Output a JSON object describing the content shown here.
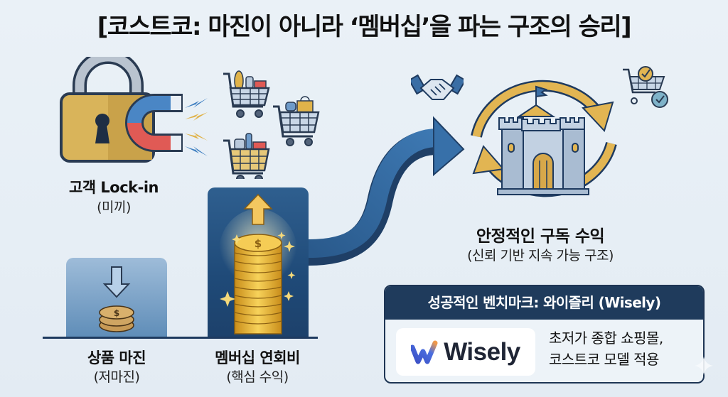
{
  "title": "[코스트코: 마진이 아니라 ‘멤버십’을 파는 구조의 승리]",
  "lock_in": {
    "label": "고객 Lock-in",
    "sub": "(미끼)",
    "icons": [
      "padlock-icon",
      "magnet-icon",
      "shopping-cart-icon"
    ]
  },
  "product_margin": {
    "label": "상품 마진",
    "sub": "(저마진)",
    "icons": [
      "down-arrow-icon",
      "small-coin-stack-icon"
    ]
  },
  "membership_fee": {
    "label": "멤버십 연회비",
    "sub": "(핵심 수익)",
    "icons": [
      "up-arrow-icon",
      "tall-coin-stack-icon",
      "sparkle-icon"
    ]
  },
  "stable_revenue": {
    "label": "안정적인 구독 수익",
    "sub": "(신뢰 기반 지속 가능 구조)",
    "icons": [
      "castle-icon",
      "cycle-arrows-icon",
      "handshake-icon",
      "cart-check-icon"
    ]
  },
  "benchmark": {
    "header": "성공적인 벤치마크: 와이즐리 (Wisely)",
    "logo_text": "Wisely",
    "desc_line1": "초저가 종합 쇼핑몰,",
    "desc_line2": "코스트코 모델 적용"
  },
  "colors": {
    "navy": "#1f3b5c",
    "gold": "#e0b34a",
    "blue": "#2f6399",
    "background": "#e8eff6"
  }
}
